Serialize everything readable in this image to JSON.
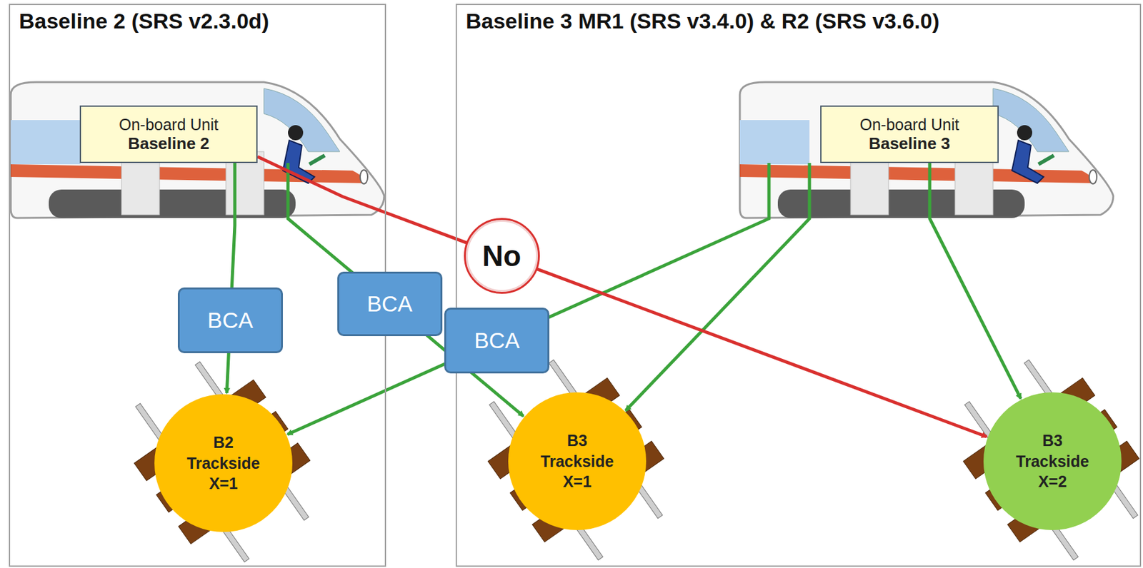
{
  "diagram": {
    "nodes": [
      {
        "text": [
          "Baseline 2 (SRS v2.3.0d)"
        ]
      },
      {
        "text": [
          "On-board Unit",
          "Baseline 2"
        ],
        "in": 0
      },
      {
        "text": [
          "B2 Trackside X=1"
        ],
        "in": 0
      },
      {
        "text": [
          "Baseline 3 MR1 (SRS v3.4.0) & R2 (SRS v3.6.0)"
        ]
      },
      {
        "text": [
          "On-board Unit",
          "Baseline 3"
        ],
        "in": 3
      },
      {
        "text": [
          "B3 Trackside X=1"
        ],
        "in": 3
      },
      {
        "text": [
          "B3 Trackside X=2"
        ],
        "in": 3
      }
    ],
    "edges": [
      {
        "from": 1,
        "to": 2,
        "arrow": "to",
        "label": "BCA"
      },
      {
        "from": 1,
        "to": 5,
        "arrow": "to",
        "label": "BCA"
      },
      {
        "from": 4,
        "to": 2,
        "arrow": "to",
        "label": "BCA"
      },
      {
        "from": 4,
        "to": 5,
        "arrow": "to"
      },
      {
        "from": 4,
        "to": 6,
        "arrow": "to"
      },
      {
        "from": 1,
        "to": 6,
        "arrow": "to",
        "label": "No"
      }
    ]
  }
}
